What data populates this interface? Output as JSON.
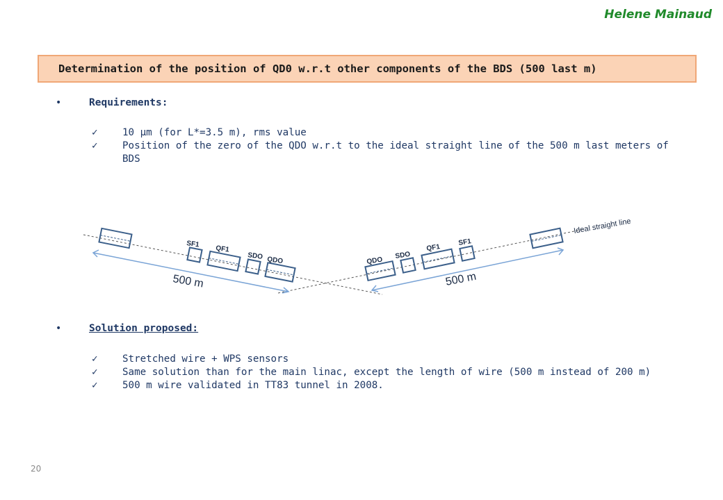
{
  "author": "Helene Mainaud",
  "title": "Determination of the position of QD0 w.r.t other components of the BDS (500 last m)",
  "requirements": {
    "heading": "Requirements:",
    "items": [
      "10 μm (for L*=3.5 m), rms value",
      "Position of the zero of the QDO w.r.t to the ideal straight line of the 500 m last meters of BDS"
    ]
  },
  "diagram": {
    "labels": {
      "sf1_left": "SF1",
      "qf1_left": "QF1",
      "sdo_left": "SDO",
      "qdo_left": "QDO",
      "qdo_right": "QDO",
      "sdo_right": "SDO",
      "qf1_right": "QF1",
      "sf1_right": "SF1",
      "length_left": "500 m",
      "length_right": "500 m",
      "ideal_line": "Ideal straight line"
    },
    "colors": {
      "magnet": "#3b5f8a",
      "arrow": "#7aa4d6",
      "dash": "#555555"
    }
  },
  "solution": {
    "heading": "Solution proposed:",
    "items": [
      "Stretched wire + WPS sensors",
      "Same solution than for the main linac, except the length of wire (500 m instead of 200 m)",
      "500 m wire validated in TT83 tunnel in 2008."
    ]
  },
  "page_number": "20",
  "check_symbol": "✓",
  "bullet_symbol": "•"
}
